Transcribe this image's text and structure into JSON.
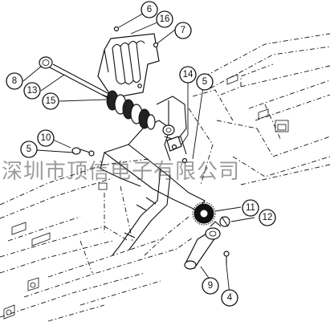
{
  "watermark": "深圳市顶信电子有限公司",
  "callouts": {
    "c6": "6",
    "c16": "16",
    "c7": "7",
    "c8": "8",
    "c13": "13",
    "c15": "15",
    "c14": "14",
    "c5a": "5",
    "c10": "10",
    "c5b": "5",
    "c11": "11",
    "c12": "12",
    "c9": "9",
    "c4": "4"
  }
}
